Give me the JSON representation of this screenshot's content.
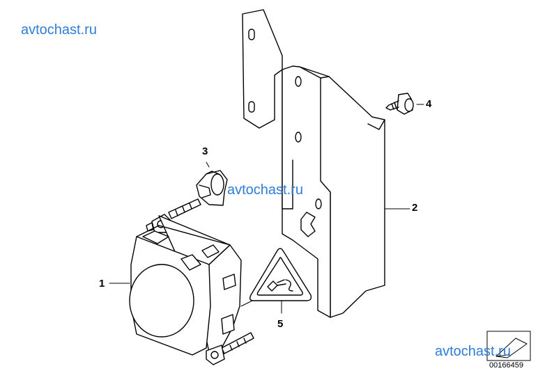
{
  "watermarks": [
    "avtochast.ru",
    "avtochast.ru",
    "avtochast.ru"
  ],
  "callouts": [
    "1",
    "2",
    "3",
    "4",
    "5"
  ],
  "diagram_number": "00166459",
  "parts": [
    {
      "callout": "1",
      "icon": "radar-sensor-icon"
    },
    {
      "callout": "2",
      "icon": "mounting-bracket-icon"
    },
    {
      "callout": "3",
      "icon": "clip-nut-icon"
    },
    {
      "callout": "4",
      "icon": "screw-icon"
    },
    {
      "callout": "5",
      "icon": "warning-label-icon"
    }
  ],
  "colors": {
    "watermark": "#2e7dd6",
    "line": "#000000"
  }
}
